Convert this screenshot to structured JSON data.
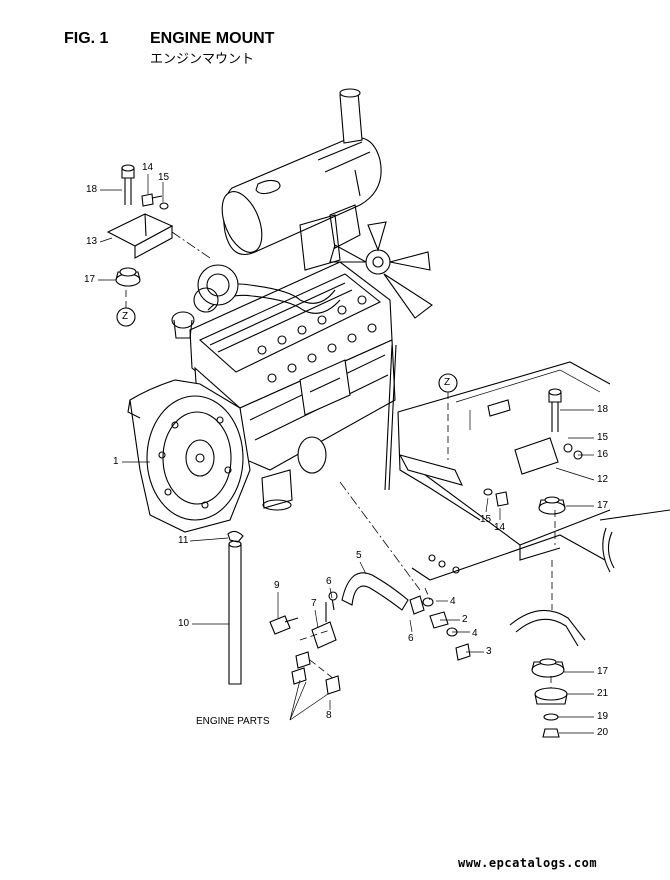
{
  "header": {
    "fig_no": "FIG. 1",
    "title": "ENGINE MOUNT",
    "subtitle": "エンジンマウント"
  },
  "callouts": {
    "c18a": "18",
    "c14a": "14",
    "c15a": "15",
    "c13": "13",
    "c17a": "17",
    "c1": "1",
    "c11": "11",
    "c10": "10",
    "c9": "9",
    "c7": "7",
    "c6a": "6",
    "c5": "5",
    "c8": "8",
    "c4a": "4",
    "c2": "2",
    "c6b": "6",
    "c4b": "4",
    "c3": "3",
    "c18b": "18",
    "c15b": "15",
    "c16": "16",
    "c12": "12",
    "c17b": "17",
    "c15c": "15",
    "c14b": "14",
    "c17c": "17",
    "c21": "21",
    "c19": "19",
    "c20": "20"
  },
  "view_markers": {
    "z_left": "Z",
    "z_right": "Z"
  },
  "engine_parts_label": "ENGINE PARTS",
  "footer": {
    "website": "www.epcatalogs.com"
  }
}
